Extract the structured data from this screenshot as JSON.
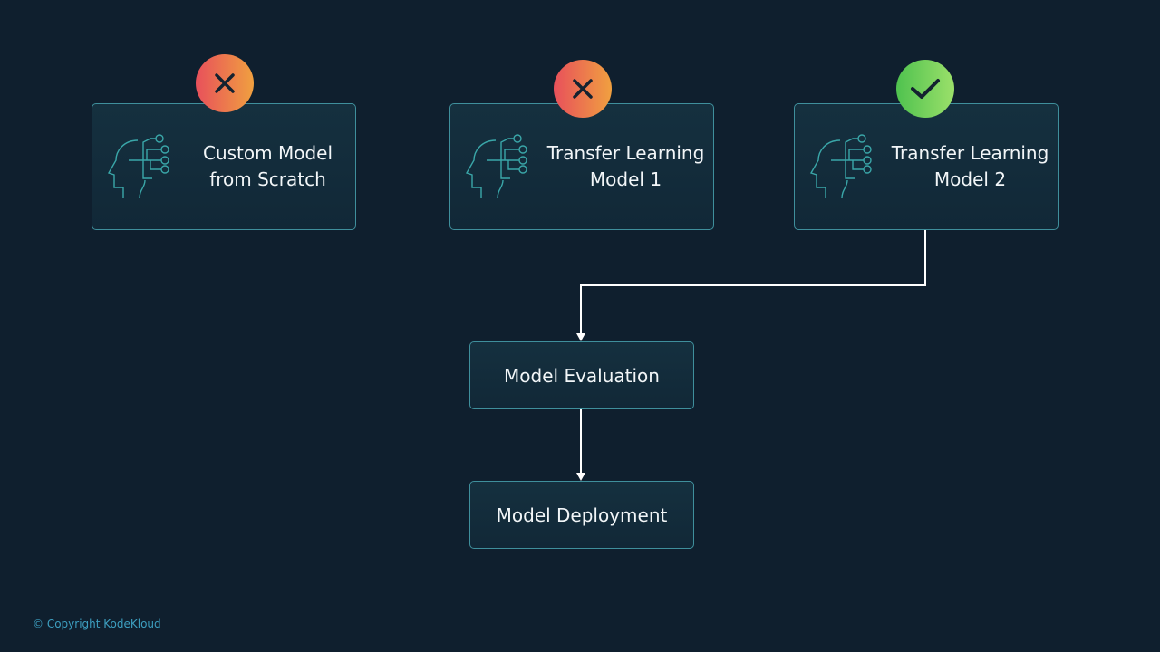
{
  "models": [
    {
      "label": "Custom Model from Scratch",
      "status": "rejected",
      "status_icon": "x-icon"
    },
    {
      "label": "Transfer Learning Model 1",
      "status": "rejected",
      "status_icon": "x-icon"
    },
    {
      "label": "Transfer Learning Model 2",
      "status": "selected",
      "status_icon": "check-icon"
    }
  ],
  "steps": {
    "evaluation": "Model Evaluation",
    "deployment": "Model Deployment"
  },
  "footer": {
    "copyright": "© Copyright KodeKloud"
  },
  "colors": {
    "background": "#0f1f2e",
    "border": "#3f8f9c",
    "reject": "#e8505b",
    "accept": "#4fc24f"
  }
}
